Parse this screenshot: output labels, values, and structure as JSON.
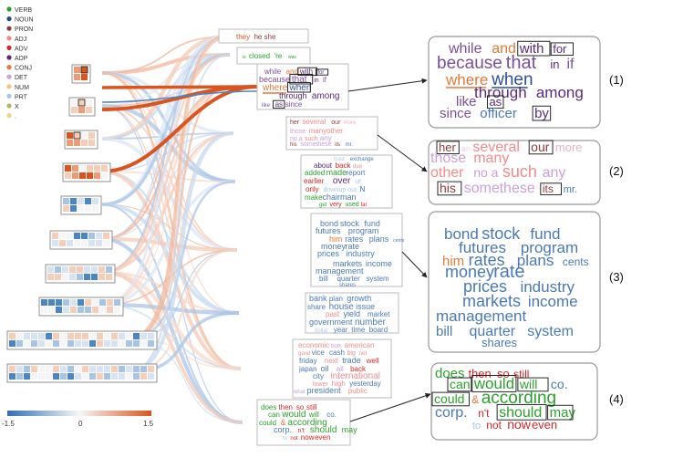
{
  "legend": [
    {
      "label": "VERB",
      "color": "#2ca02c"
    },
    {
      "label": "NOUN",
      "color": "#1f4e8c"
    },
    {
      "label": "PRON",
      "color": "#8c3a3a"
    },
    {
      "label": "ADJ",
      "color": "#f08c8c"
    },
    {
      "label": "ADV",
      "color": "#d62728"
    },
    {
      "label": "ADP",
      "color": "#5a2a7a"
    },
    {
      "label": "CONJ",
      "color": "#e07b39"
    },
    {
      "label": "DET",
      "color": "#c9a0dc"
    },
    {
      "label": "NUM",
      "color": "#f5c57a"
    },
    {
      "label": "PRT",
      "color": "#a8c8e8"
    },
    {
      "label": "X",
      "color": "#b5b56a"
    },
    {
      "label": ".",
      "color": "#f0d48a"
    }
  ],
  "colorbar": {
    "min_label": "-1.5",
    "mid_label": "0",
    "max_label": "1.5",
    "neg_color": "#2f6db5",
    "pos_color": "#d9541e"
  },
  "figure_labels": [
    "(1)",
    "(2)",
    "(3)",
    "(4)"
  ],
  "clouds": {
    "c1": [
      {
        "t": "they",
        "c": "#d9541e"
      },
      {
        "t": "he",
        "c": "#8c3a3a"
      },
      {
        "t": "she",
        "c": "#8c3a3a"
      }
    ],
    "c2": [
      {
        "t": "is",
        "c": "#2ca02c"
      },
      {
        "t": "closed",
        "c": "#2ca02c"
      },
      {
        "t": "'re",
        "c": "#2ca02c"
      },
      {
        "t": "was",
        "c": "#2ca02c"
      }
    ],
    "c3": [
      {
        "t": "while",
        "c": "#7b4f9a"
      },
      {
        "t": "and",
        "c": "#e07b39"
      },
      {
        "t": "with",
        "c": "#5a2a7a"
      },
      {
        "t": "for",
        "c": "#5a2a7a"
      },
      {
        "t": "because",
        "c": "#7b4f9a"
      },
      {
        "t": "that",
        "c": "#7b4f9a"
      },
      {
        "t": "in",
        "c": "#5a2a7a"
      },
      {
        "t": "if",
        "c": "#7b4f9a"
      },
      {
        "t": "where",
        "c": "#e07b39"
      },
      {
        "t": "when",
        "c": "#2f4f9a"
      },
      {
        "t": "through",
        "c": "#5a2a7a"
      },
      {
        "t": "among",
        "c": "#5a2a7a"
      },
      {
        "t": "like",
        "c": "#7b4f9a"
      },
      {
        "t": "as",
        "c": "#5a2a7a"
      },
      {
        "t": "since",
        "c": "#7b4f9a"
      },
      {
        "t": "officer",
        "c": "#4a7ab5"
      },
      {
        "t": "by",
        "c": "#5a2a7a"
      }
    ],
    "c4": [
      {
        "t": "her",
        "c": "#8c3a3a"
      },
      {
        "t": "several",
        "c": "#f08c8c"
      },
      {
        "t": "our",
        "c": "#8c3a3a"
      },
      {
        "t": "more",
        "c": "#f0b0c0"
      },
      {
        "t": "those",
        "c": "#c9a0dc"
      },
      {
        "t": "many",
        "c": "#f08c8c"
      },
      {
        "t": "other",
        "c": "#f08c8c"
      },
      {
        "t": "no",
        "c": "#c9a0dc"
      },
      {
        "t": "a",
        "c": "#c9a0dc"
      },
      {
        "t": "such",
        "c": "#f08c8c"
      },
      {
        "t": "any",
        "c": "#c9a0dc"
      },
      {
        "t": "his",
        "c": "#8c3a3a"
      },
      {
        "t": "some",
        "c": "#c9a0dc"
      },
      {
        "t": "these",
        "c": "#c9a0dc"
      },
      {
        "t": "its",
        "c": "#8c3a3a"
      },
      {
        "t": "mr.",
        "c": "#4a7ab5"
      }
    ],
    "c5": [
      {
        "t": "trust",
        "c": "#a8c8e8"
      },
      {
        "t": "exchange",
        "c": "#4a7ab5"
      },
      {
        "t": "about",
        "c": "#5a2a7a"
      },
      {
        "t": "back",
        "c": "#d62728"
      },
      {
        "t": "due",
        "c": "#f08c8c"
      },
      {
        "t": "added",
        "c": "#2ca02c"
      },
      {
        "t": "made",
        "c": "#2ca02c"
      },
      {
        "t": "report",
        "c": "#4a7ab5"
      },
      {
        "t": "earlier",
        "c": "#d62728"
      },
      {
        "t": "over",
        "c": "#5a2a7a"
      },
      {
        "t": "off",
        "c": "#a8c8e8"
      },
      {
        "t": "only",
        "c": "#d62728"
      },
      {
        "t": "down",
        "c": "#a8c8e8"
      },
      {
        "t": "up",
        "c": "#a8c8e8"
      },
      {
        "t": "out",
        "c": "#a8c8e8"
      },
      {
        "t": "N",
        "c": "#2f6db5"
      },
      {
        "t": "make",
        "c": "#2ca02c"
      },
      {
        "t": "chairman",
        "c": "#4a7ab5"
      },
      {
        "t": "get",
        "c": "#2ca02c"
      },
      {
        "t": "very",
        "c": "#d62728"
      },
      {
        "t": "used",
        "c": "#2ca02c"
      },
      {
        "t": "far",
        "c": "#d62728"
      }
    ],
    "c6": [
      {
        "t": "bond",
        "c": "#4a7ab5"
      },
      {
        "t": "stock",
        "c": "#4a7ab5"
      },
      {
        "t": "fund",
        "c": "#4a7ab5"
      },
      {
        "t": "futures",
        "c": "#4a7ab5"
      },
      {
        "t": "program",
        "c": "#4a7ab5"
      },
      {
        "t": "him",
        "c": "#e07b39"
      },
      {
        "t": "rates",
        "c": "#4a7ab5"
      },
      {
        "t": "plans",
        "c": "#4a7ab5"
      },
      {
        "t": "cents",
        "c": "#4a7ab5"
      },
      {
        "t": "money",
        "c": "#4a7ab5"
      },
      {
        "t": "rate",
        "c": "#4a7ab5"
      },
      {
        "t": "prices",
        "c": "#4a7ab5"
      },
      {
        "t": "industry",
        "c": "#4a7ab5"
      },
      {
        "t": "markets",
        "c": "#4a7ab5"
      },
      {
        "t": "income",
        "c": "#4a7ab5"
      },
      {
        "t": "management",
        "c": "#4a7ab5"
      },
      {
        "t": "bill",
        "c": "#4a7ab5"
      },
      {
        "t": "quarter",
        "c": "#4a7ab5"
      },
      {
        "t": "system",
        "c": "#4a7ab5"
      },
      {
        "t": "shares",
        "c": "#4a7ab5"
      }
    ],
    "c7": [
      {
        "t": "bank",
        "c": "#4a7ab5"
      },
      {
        "t": "plan",
        "c": "#4a7ab5"
      },
      {
        "t": "growth",
        "c": "#4a7ab5"
      },
      {
        "t": "share",
        "c": "#4a7ab5"
      },
      {
        "t": "house",
        "c": "#4a7ab5"
      },
      {
        "t": "issue",
        "c": "#4a7ab5"
      },
      {
        "t": "past",
        "c": "#f08c8c"
      },
      {
        "t": "yield",
        "c": "#4a7ab5"
      },
      {
        "t": "market",
        "c": "#4a7ab5"
      },
      {
        "t": "government",
        "c": "#4a7ab5"
      },
      {
        "t": "number",
        "c": "#4a7ab5"
      },
      {
        "t": "dollar",
        "c": "#a8c8e8"
      },
      {
        "t": "year",
        "c": "#4a7ab5"
      },
      {
        "t": "time",
        "c": "#4a7ab5"
      },
      {
        "t": "board",
        "c": "#4a7ab5"
      }
    ],
    "c8": [
      {
        "t": "economic",
        "c": "#f08c8c"
      },
      {
        "t": "both",
        "c": "#c9a0dc"
      },
      {
        "t": "american",
        "c": "#f08c8c"
      },
      {
        "t": "good",
        "c": "#f08c8c"
      },
      {
        "t": "vice",
        "c": "#4a7ab5"
      },
      {
        "t": "cash",
        "c": "#4a7ab5"
      },
      {
        "t": "big",
        "c": "#f08c8c"
      },
      {
        "t": "net",
        "c": "#f08c8c"
      },
      {
        "t": "friday",
        "c": "#4a7ab5"
      },
      {
        "t": "next",
        "c": "#f08c8c"
      },
      {
        "t": "trade",
        "c": "#4a7ab5"
      },
      {
        "t": "well",
        "c": "#d62728"
      },
      {
        "t": "japan",
        "c": "#4a7ab5"
      },
      {
        "t": "oil",
        "c": "#4a7ab5"
      },
      {
        "t": "all",
        "c": "#c9a0dc"
      },
      {
        "t": "back",
        "c": "#d62728"
      },
      {
        "t": "city",
        "c": "#4a7ab5"
      },
      {
        "t": "international",
        "c": "#f08c8c"
      },
      {
        "t": "lower",
        "c": "#f08c8c"
      },
      {
        "t": "high",
        "c": "#f08c8c"
      },
      {
        "t": "yesterday",
        "c": "#4a7ab5"
      },
      {
        "t": "what",
        "c": "#c9a0dc"
      },
      {
        "t": "president",
        "c": "#4a7ab5"
      },
      {
        "t": "public",
        "c": "#f08c8c"
      }
    ],
    "c9": [
      {
        "t": "does",
        "c": "#2ca02c"
      },
      {
        "t": "then",
        "c": "#d62728"
      },
      {
        "t": "so",
        "c": "#d62728"
      },
      {
        "t": "still",
        "c": "#d62728"
      },
      {
        "t": "can",
        "c": "#2ca02c"
      },
      {
        "t": "would",
        "c": "#2ca02c"
      },
      {
        "t": "will",
        "c": "#2ca02c"
      },
      {
        "t": "co.",
        "c": "#4a7ab5"
      },
      {
        "t": "could",
        "c": "#2ca02c"
      },
      {
        "t": "&",
        "c": "#e07b39"
      },
      {
        "t": "according",
        "c": "#2ca02c"
      },
      {
        "t": "corp.",
        "c": "#4a7ab5"
      },
      {
        "t": "n't",
        "c": "#d62728"
      },
      {
        "t": "should",
        "c": "#2ca02c"
      },
      {
        "t": "may",
        "c": "#2ca02c"
      },
      {
        "t": "to",
        "c": "#a8c8e8"
      },
      {
        "t": "not",
        "c": "#d62728"
      },
      {
        "t": "now",
        "c": "#d62728"
      },
      {
        "t": "even",
        "c": "#d62728"
      }
    ]
  },
  "zooms": {
    "z1": [
      {
        "t": "while",
        "c": "#7b4f9a"
      },
      {
        "t": "and",
        "c": "#e07b39"
      },
      {
        "t": "with",
        "c": "#5a2a7a"
      },
      {
        "t": "for",
        "c": "#5a2a7a"
      },
      {
        "t": "because",
        "c": "#7b4f9a"
      },
      {
        "t": "that",
        "c": "#7b4f9a"
      },
      {
        "t": "in",
        "c": "#5a2a7a"
      },
      {
        "t": "if",
        "c": "#7b4f9a"
      },
      {
        "t": "where",
        "c": "#e07b39"
      },
      {
        "t": "when",
        "c": "#2f4f9a"
      },
      {
        "t": "through",
        "c": "#5a2a7a"
      },
      {
        "t": "among",
        "c": "#5a2a7a"
      },
      {
        "t": "like",
        "c": "#7b4f9a"
      },
      {
        "t": "as",
        "c": "#5a2a7a"
      },
      {
        "t": "since",
        "c": "#7b4f9a"
      },
      {
        "t": "officer",
        "c": "#4a7ab5"
      },
      {
        "t": "by",
        "c": "#5a2a7a"
      }
    ],
    "z2": [
      {
        "t": "her",
        "c": "#8c3a3a"
      },
      {
        "t": "an",
        "c": "#e6d0ee"
      },
      {
        "t": "several",
        "c": "#f08c8c"
      },
      {
        "t": "our",
        "c": "#8c3a3a"
      },
      {
        "t": "more",
        "c": "#f0b0c0"
      },
      {
        "t": "those",
        "c": "#c9a0dc"
      },
      {
        "t": "many",
        "c": "#f08c8c"
      },
      {
        "t": "other",
        "c": "#f08c8c"
      },
      {
        "t": "no",
        "c": "#c9a0dc"
      },
      {
        "t": "a",
        "c": "#c9a0dc"
      },
      {
        "t": "such",
        "c": "#f08c8c"
      },
      {
        "t": "any",
        "c": "#c9a0dc"
      },
      {
        "t": "his",
        "c": "#8c3a3a"
      },
      {
        "t": "some",
        "c": "#c9a0dc"
      },
      {
        "t": "these",
        "c": "#c9a0dc"
      },
      {
        "t": "its",
        "c": "#8c3a3a"
      },
      {
        "t": "mr.",
        "c": "#4a7ab5"
      }
    ],
    "z3": [
      {
        "t": "bond",
        "c": "#4a7ab5"
      },
      {
        "t": "stock",
        "c": "#4a7ab5"
      },
      {
        "t": "fund",
        "c": "#4a7ab5"
      },
      {
        "t": "futures",
        "c": "#4a7ab5"
      },
      {
        "t": "program",
        "c": "#4a7ab5"
      },
      {
        "t": "him",
        "c": "#e07b39"
      },
      {
        "t": "rates",
        "c": "#4a7ab5"
      },
      {
        "t": "plans",
        "c": "#4a7ab5"
      },
      {
        "t": "cents",
        "c": "#4a7ab5"
      },
      {
        "t": "money",
        "c": "#4a7ab5"
      },
      {
        "t": "rate",
        "c": "#4a7ab5"
      },
      {
        "t": "prices",
        "c": "#4a7ab5"
      },
      {
        "t": "industry",
        "c": "#4a7ab5"
      },
      {
        "t": "markets",
        "c": "#4a7ab5"
      },
      {
        "t": "income",
        "c": "#4a7ab5"
      },
      {
        "t": "management",
        "c": "#4a7ab5"
      },
      {
        "t": "bill",
        "c": "#4a7ab5"
      },
      {
        "t": "quarter",
        "c": "#4a7ab5"
      },
      {
        "t": "system",
        "c": "#4a7ab5"
      },
      {
        "t": "shares",
        "c": "#4a7ab5"
      }
    ],
    "z4": [
      {
        "t": "does",
        "c": "#2ca02c"
      },
      {
        "t": "then",
        "c": "#d62728"
      },
      {
        "t": "so",
        "c": "#d62728"
      },
      {
        "t": "still",
        "c": "#d62728"
      },
      {
        "t": "can",
        "c": "#2ca02c"
      },
      {
        "t": "would",
        "c": "#2ca02c"
      },
      {
        "t": "will",
        "c": "#2ca02c"
      },
      {
        "t": "co.",
        "c": "#4a7ab5"
      },
      {
        "t": "could",
        "c": "#2ca02c"
      },
      {
        "t": "&",
        "c": "#e07b39"
      },
      {
        "t": "according",
        "c": "#2ca02c"
      },
      {
        "t": "corp.",
        "c": "#4a7ab5"
      },
      {
        "t": "n't",
        "c": "#d62728"
      },
      {
        "t": "should",
        "c": "#2ca02c"
      },
      {
        "t": "may",
        "c": "#2ca02c"
      },
      {
        "t": "to",
        "c": "#a8c8e8"
      },
      {
        "t": "not",
        "c": "#d62728"
      },
      {
        "t": "now",
        "c": "#d62728"
      },
      {
        "t": "even",
        "c": "#d62728"
      }
    ]
  }
}
